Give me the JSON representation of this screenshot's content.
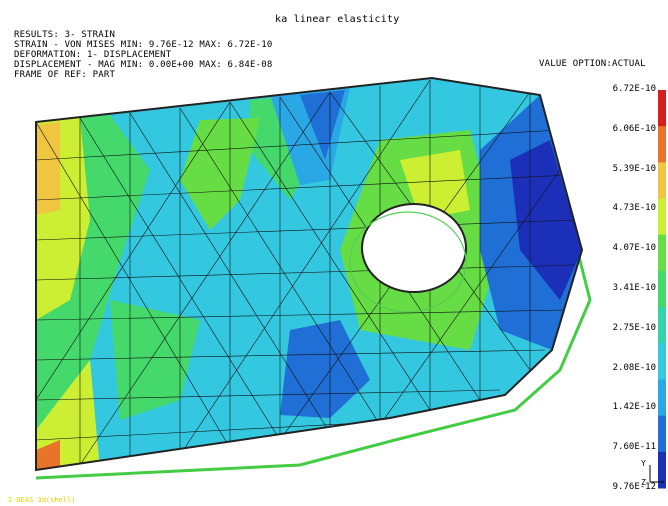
{
  "header": {
    "title": "ka linear elasticity",
    "lines": [
      "RESULTS: 3- STRAIN",
      "STRAIN - VON MISES MIN: 9.76E-12 MAX: 6.72E-10",
      "DEFORMATION: 1- DISPLACEMENT",
      "DISPLACEMENT - MAG MIN: 0.00E+00 MAX: 6.84E-08",
      "FRAME OF REF: PART"
    ],
    "value_option": "VALUE OPTION:ACTUAL"
  },
  "legend": {
    "labels": [
      "6.72E-10",
      "6.06E-10",
      "5.39E-10",
      "4.73E-10",
      "4.07E-10",
      "3.41E-10",
      "2.75E-10",
      "2.08E-10",
      "1.42E-10",
      "7.60E-11",
      "9.76E-12"
    ],
    "colors": [
      "#d81f1f",
      "#e8742a",
      "#f0c640",
      "#ccee33",
      "#66dd44",
      "#44d96a",
      "#33d4a8",
      "#33c8e0",
      "#2aa8e6",
      "#1f6fd6",
      "#1c2fb8"
    ]
  },
  "triad": {
    "y_label": "Y",
    "z_label": "Z"
  },
  "footer": {
    "text": "I-DEAS 3d(shell)"
  }
}
